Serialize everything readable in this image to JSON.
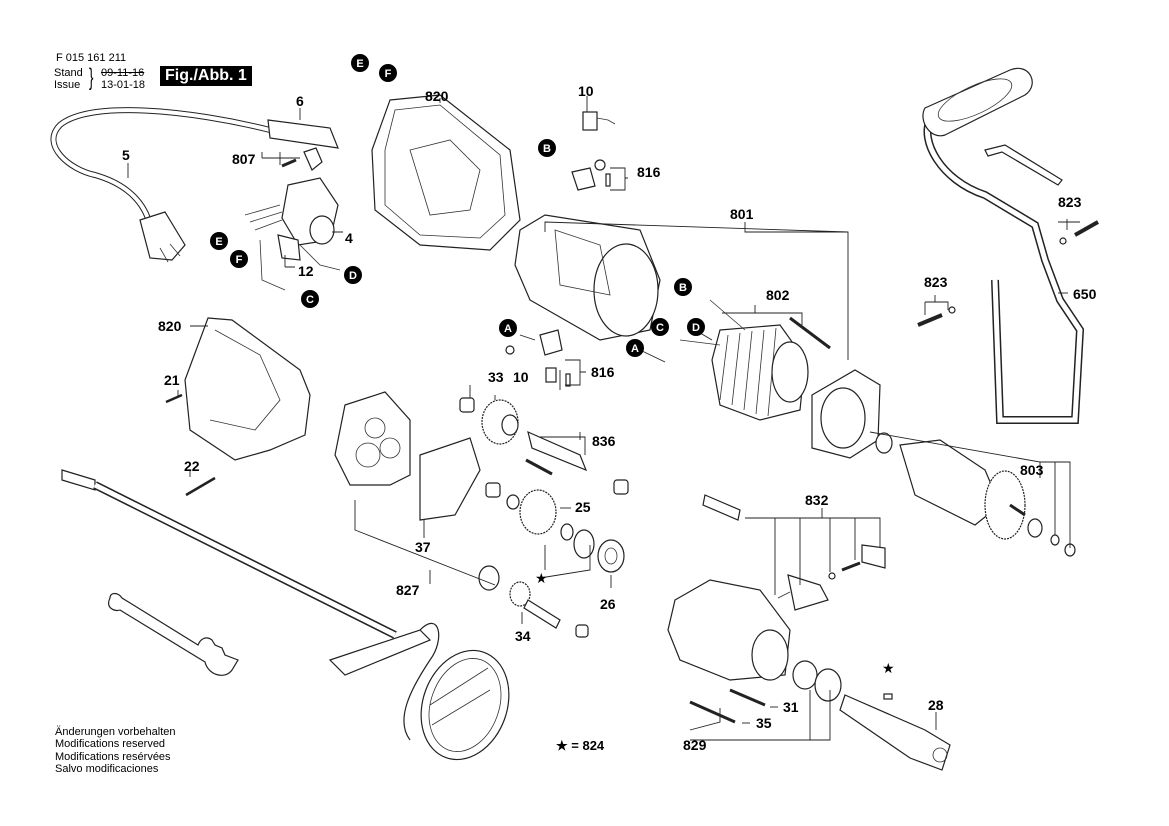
{
  "header": {
    "document_number": "F 015 161 211",
    "stand_label": "Stand",
    "issue_label": "Issue",
    "stand_date_struck": "09-11-16",
    "issue_date": "13-01-18",
    "brace": "}",
    "figure_label": "Fig./Abb. 1"
  },
  "footer": {
    "notes": [
      "Änderungen vorbehalten",
      "Modifications reserved",
      "Modifications resérvées",
      "Salvo modificaciones"
    ],
    "legend": "★ = 824"
  },
  "part_labels": {
    "p6": "6",
    "p5": "5",
    "p807": "807",
    "p820_top": "820",
    "p4": "4",
    "p12": "12",
    "p10_top": "10",
    "p816_top": "816",
    "p801": "801",
    "p802": "802",
    "p823_a": "823",
    "p823_b": "823",
    "p650": "650",
    "p820_left": "820",
    "p21": "21",
    "p22": "22",
    "p33": "33",
    "p10_mid": "10",
    "p816_mid": "816",
    "p836": "836",
    "p25": "25",
    "p37": "37",
    "p827": "827",
    "p26": "26",
    "p34": "34",
    "p803": "803",
    "p832": "832",
    "p31": "31",
    "p35": "35",
    "p829": "829",
    "p28": "28",
    "star_mid": "★",
    "star_right": "★"
  },
  "connectors": {
    "E_top": "E",
    "F_top": "F",
    "E_left": "E",
    "F_left": "F",
    "D_left": "D",
    "C_left": "C",
    "B_top": "B",
    "B_right": "B",
    "A_mid": "A",
    "C_right": "C",
    "D_right": "D",
    "A_right": "A"
  }
}
